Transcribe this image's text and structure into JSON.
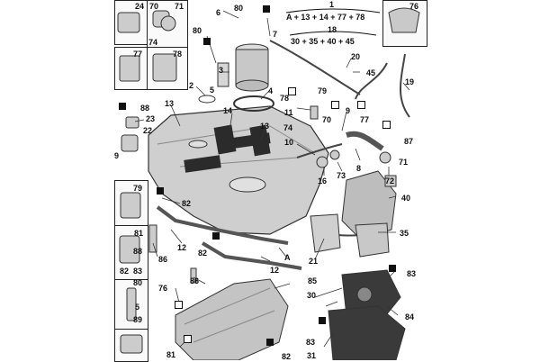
{
  "formulas": {
    "f1_index": "1",
    "f1_expr": "A + 13 + 14 + 77 + 78",
    "f2_index": "18",
    "f2_expr": "30 + 35 + 40 + 45"
  },
  "inset_labels": {
    "i24": "24",
    "i70": "70",
    "i71": "71",
    "i74": "74",
    "i77": "77",
    "i78": "78",
    "i76": "76",
    "i79": "79",
    "i81": "81",
    "i82": "82",
    "i83": "83",
    "i88": "88",
    "i80": "80",
    "i5": "5",
    "i89": "89"
  },
  "callouts": {
    "c6": "6",
    "c80a": "80",
    "c7": "7",
    "c80b": "80",
    "c3": "3",
    "c2": "2",
    "c5": "5",
    "c4": "4",
    "c14": "14",
    "c13a": "13",
    "c13b": "13",
    "c88": "88",
    "c23": "23",
    "c22": "22",
    "c9left": "9",
    "c20": "20",
    "c45": "45",
    "c19": "19",
    "c78": "78",
    "c79": "79",
    "c11": "11",
    "c70": "70",
    "c77": "77",
    "c9": "9",
    "c74": "74",
    "c87": "87",
    "c10": "10",
    "c8": "8",
    "c71": "71",
    "c16": "16",
    "c73": "73",
    "c72": "72",
    "c40": "40",
    "c82a": "82",
    "c12a": "12",
    "c86a": "86",
    "c82b": "82",
    "c35": "35",
    "c21": "21",
    "cA": "A",
    "c12b": "12",
    "c86b": "86",
    "c83a": "83",
    "c85": "85",
    "c76": "76",
    "c30": "30",
    "c84": "84",
    "c83b": "83",
    "c81": "81",
    "c82c": "82",
    "c31": "31"
  }
}
